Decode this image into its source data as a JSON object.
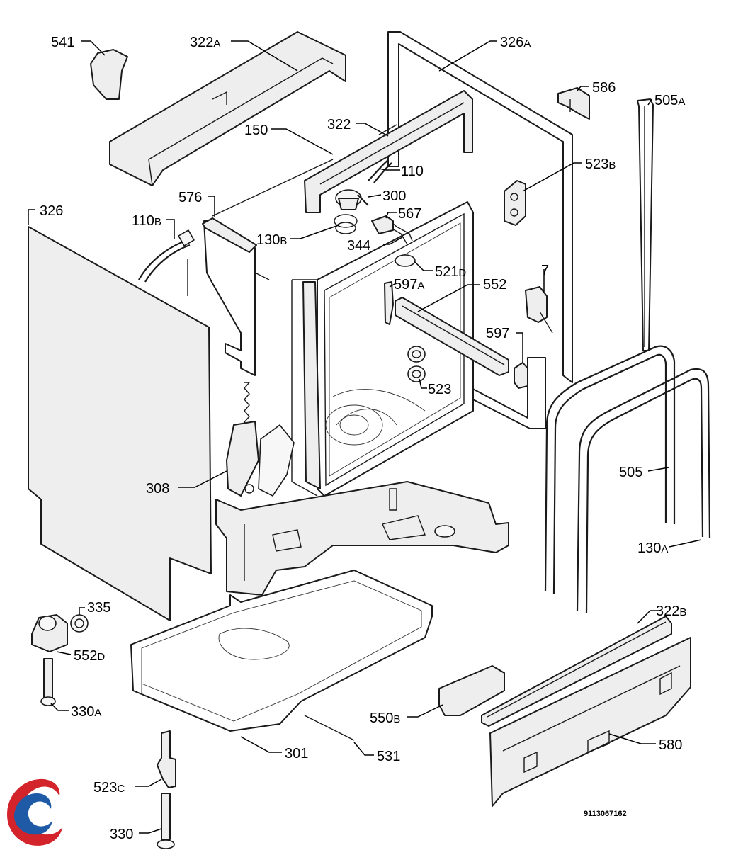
{
  "labels": [
    {
      "id": "541",
      "num": "541",
      "suffix": ""
    },
    {
      "id": "322A",
      "num": "322",
      "suffix": "A"
    },
    {
      "id": "326A",
      "num": "326",
      "suffix": "A"
    },
    {
      "id": "586",
      "num": "586",
      "suffix": ""
    },
    {
      "id": "505A",
      "num": "505",
      "suffix": "A"
    },
    {
      "id": "150",
      "num": "150",
      "suffix": ""
    },
    {
      "id": "322",
      "num": "322",
      "suffix": ""
    },
    {
      "id": "110",
      "num": "110",
      "suffix": ""
    },
    {
      "id": "523B",
      "num": "523",
      "suffix": "B"
    },
    {
      "id": "576",
      "num": "576",
      "suffix": ""
    },
    {
      "id": "300",
      "num": "300",
      "suffix": ""
    },
    {
      "id": "326",
      "num": "326",
      "suffix": ""
    },
    {
      "id": "110B",
      "num": "110",
      "suffix": "B"
    },
    {
      "id": "567",
      "num": "567",
      "suffix": ""
    },
    {
      "id": "130B",
      "num": "130",
      "suffix": "B"
    },
    {
      "id": "344",
      "num": "344",
      "suffix": ""
    },
    {
      "id": "521D",
      "num": "521",
      "suffix": "D"
    },
    {
      "id": "7",
      "num": "7",
      "suffix": ""
    },
    {
      "id": "597A",
      "num": "597",
      "suffix": "A"
    },
    {
      "id": "552",
      "num": "552",
      "suffix": ""
    },
    {
      "id": "597",
      "num": "597",
      "suffix": ""
    },
    {
      "id": "523",
      "num": "523",
      "suffix": ""
    },
    {
      "id": "505",
      "num": "505",
      "suffix": ""
    },
    {
      "id": "308",
      "num": "308",
      "suffix": ""
    },
    {
      "id": "130A",
      "num": "130",
      "suffix": "A"
    },
    {
      "id": "335",
      "num": "335",
      "suffix": ""
    },
    {
      "id": "322B",
      "num": "322",
      "suffix": "B"
    },
    {
      "id": "552D",
      "num": "552",
      "suffix": "D"
    },
    {
      "id": "330A",
      "num": "330",
      "suffix": "A"
    },
    {
      "id": "550B",
      "num": "550",
      "suffix": "B"
    },
    {
      "id": "580",
      "num": "580",
      "suffix": ""
    },
    {
      "id": "301",
      "num": "301",
      "suffix": ""
    },
    {
      "id": "531",
      "num": "531",
      "suffix": ""
    },
    {
      "id": "523C",
      "num": "523",
      "suffix": "C"
    },
    {
      "id": "330",
      "num": "330",
      "suffix": ""
    }
  ],
  "drawing_number": "9113067162",
  "logo": {
    "name": "brand-logo",
    "colors": [
      "#d3242c",
      "#1f5aa6"
    ]
  }
}
